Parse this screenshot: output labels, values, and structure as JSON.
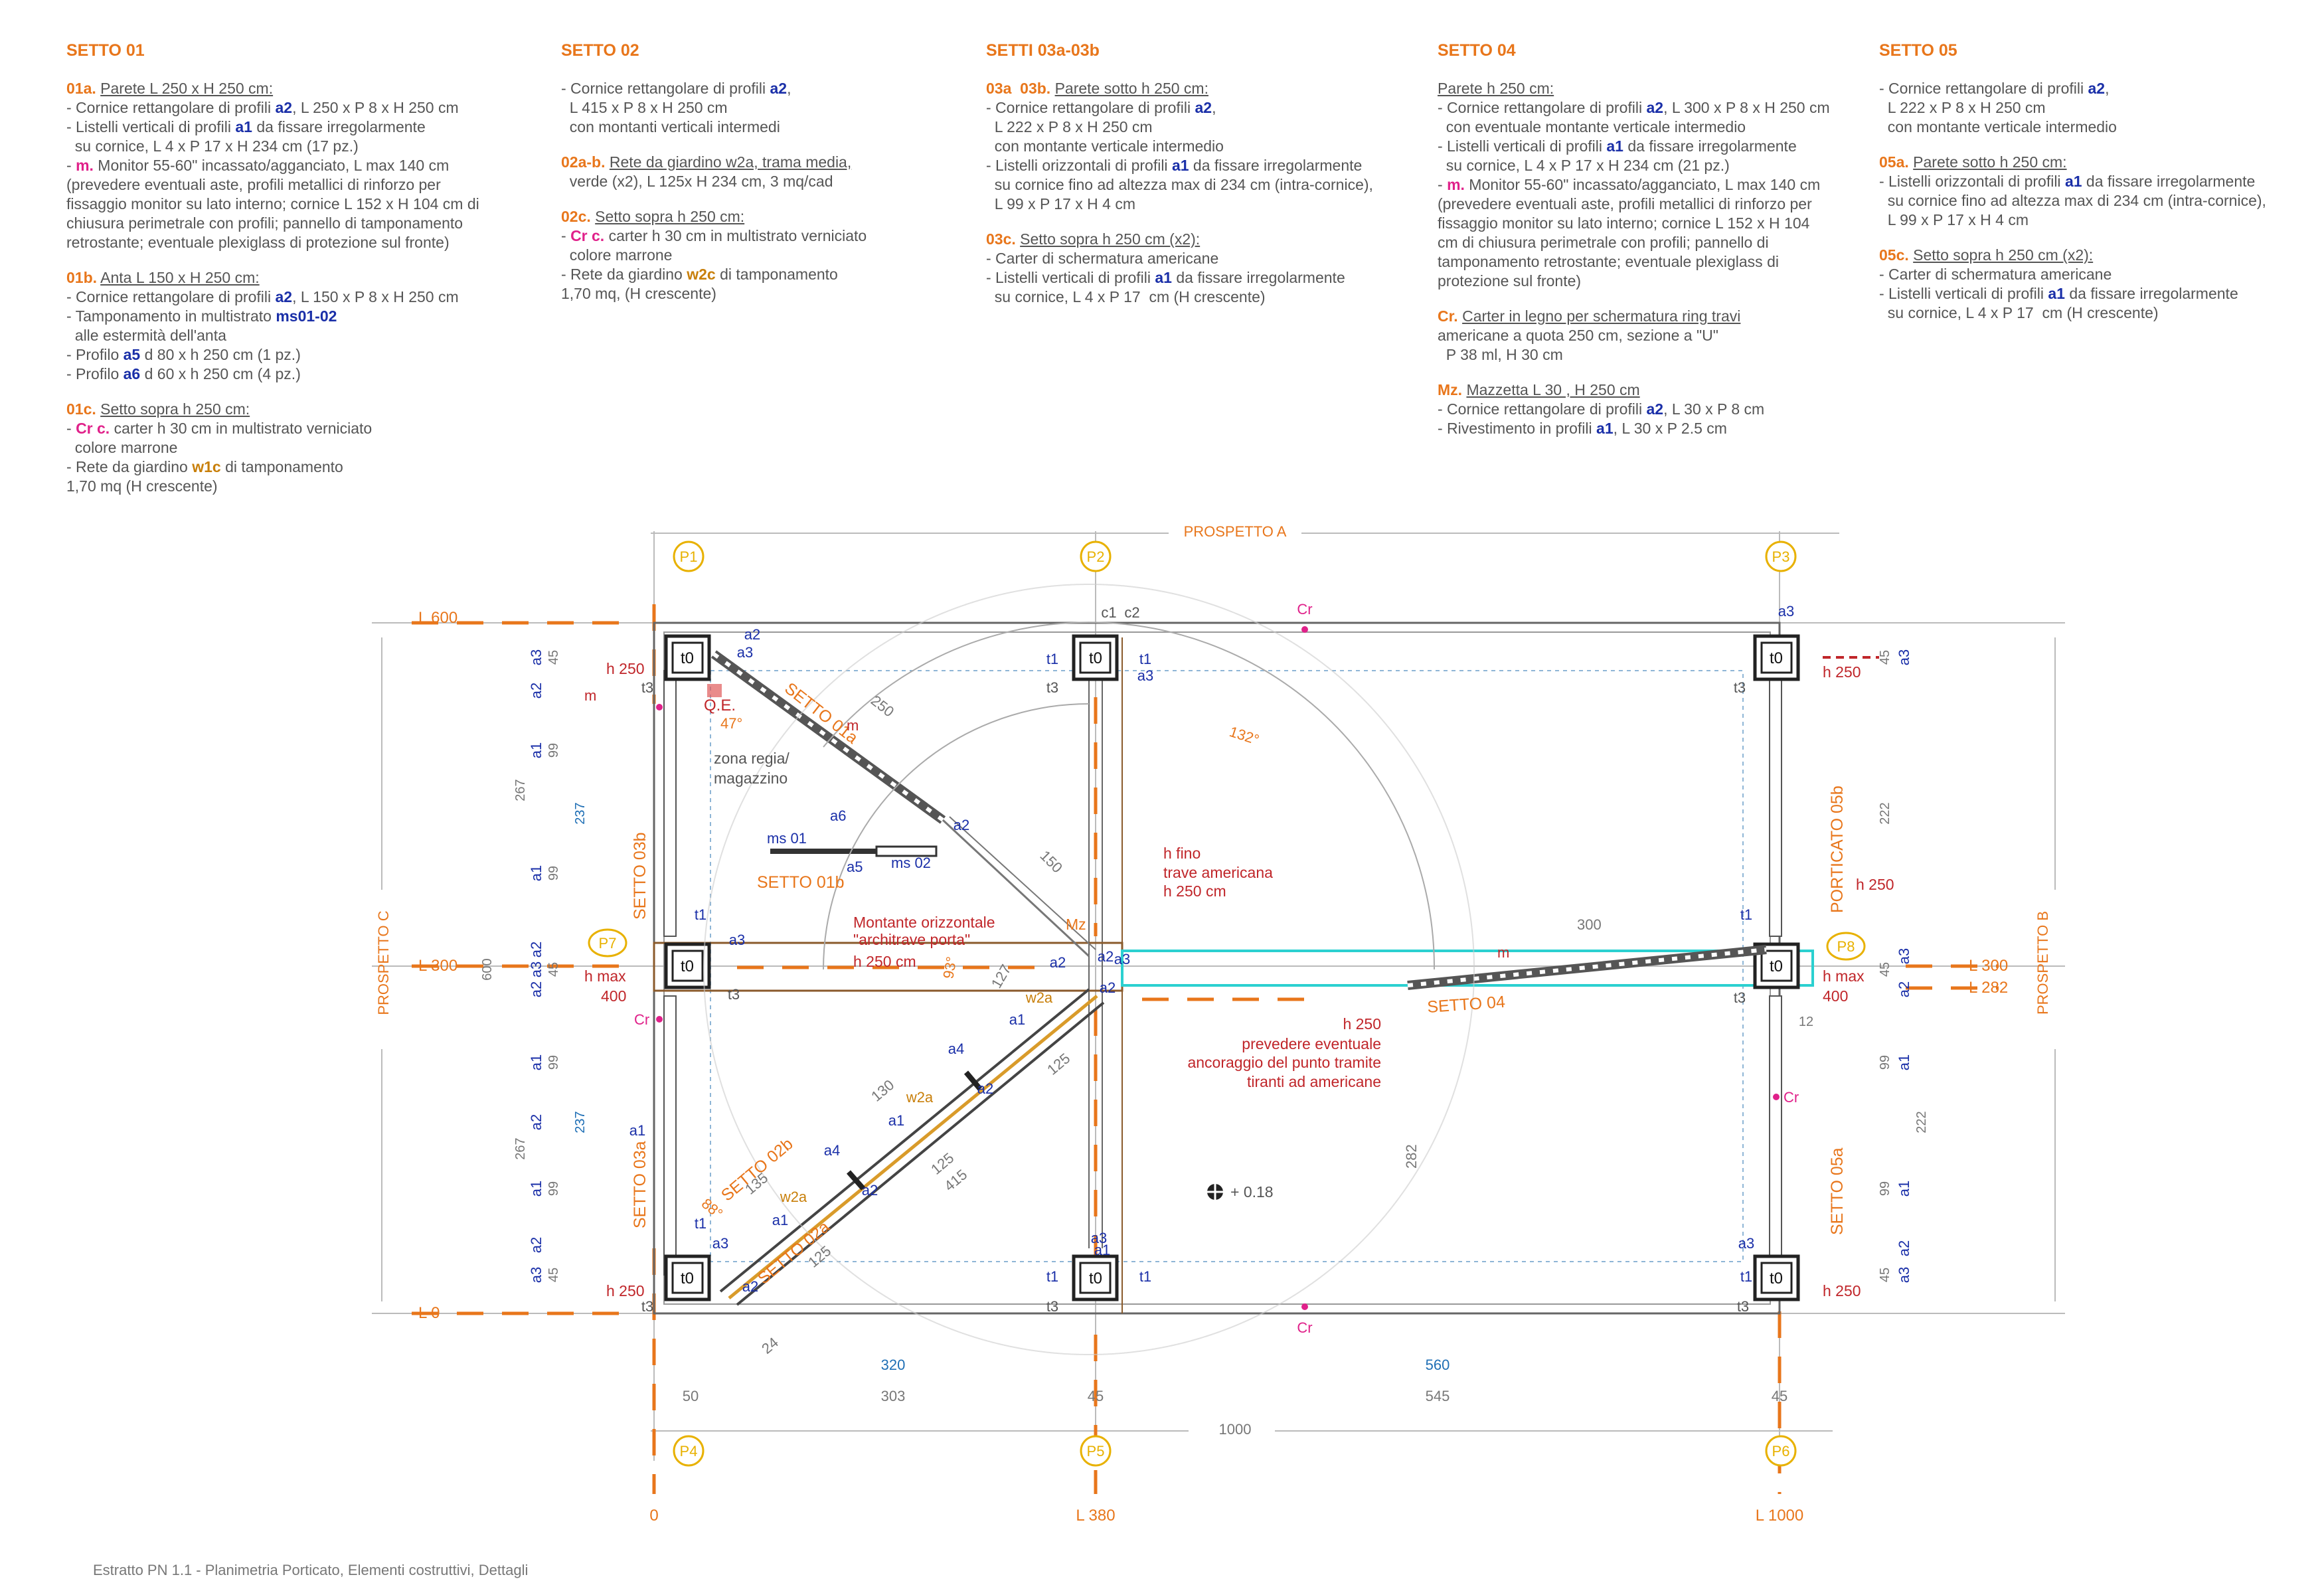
{
  "columns": [
    {
      "title": "SETTO 01",
      "blocks": [
        {
          "key": "01a.",
          "head": "Parete L 250 x H 250 cm:",
          "lines": [
            "- Cornice rettangolare di profili a2, L 250 x P 8 x H 250 cm",
            "- Listelli verticali di profili a1 da fissare irregolarmente",
            "  su cornice, L 4 x P 17 x H 234 cm (17 pz.)",
            "- m. Monitor 55-60\" incassato/agganciato, L max 140 cm",
            "(prevedere eventuali aste, profili metallici di rinforzo per",
            "fissaggio monitor su lato interno; cornice L 152 x H 104 cm di",
            "chiusura perimetrale con profili; pannello di tamponamento",
            "retrostante; eventuale plexiglass di protezione sul fronte)"
          ]
        },
        {
          "key": "01b.",
          "head": "Anta L 150 x H 250 cm:",
          "lines": [
            "- Cornice rettangolare di profili a2, L 150 x P 8 x H 250 cm",
            "- Tamponamento in multistrato ms01-02",
            "  alle estermità dell'anta",
            "- Profilo a5 d 80 x h 250 cm (1 pz.)",
            "- Profilo a6 d 60 x h 250 cm (4 pz.)"
          ]
        },
        {
          "key": "01c.",
          "head": "Setto sopra h 250 cm:",
          "lines": [
            "- Cr c. carter h 30 cm in multistrato verniciato",
            "  colore marrone",
            "- Rete da giardino w1c di tamponamento",
            "1,70 mq (H crescente)"
          ]
        }
      ]
    },
    {
      "title": "SETTO 02",
      "blocks": [
        {
          "key": "",
          "head": "",
          "lines": [
            "- Cornice rettangolare di profili a2,",
            "  L 415 x P 8 x H 250 cm",
            "  con montanti verticali intermedi"
          ]
        },
        {
          "key": "02a-b.",
          "head": "Rete da giardino w2a, trama media,",
          "lines": [
            "  verde (x2), L 125x H 234 cm, 3 mq/cad"
          ]
        },
        {
          "key": "02c.",
          "head": "Setto sopra h 250 cm:",
          "lines": [
            "- Cr c. carter h 30 cm in multistrato verniciato",
            "  colore marrone",
            "- Rete da giardino w2c di tamponamento",
            "1,70 mq, (H crescente)"
          ]
        }
      ]
    },
    {
      "title": "SETTI 03a-03b",
      "blocks": [
        {
          "key": "03a  03b.",
          "head": "Parete sotto h 250 cm:",
          "lines": [
            "- Cornice rettangolare di profili a2,",
            "  L 222 x P 8 x H 250 cm",
            "  con montante verticale intermedio",
            "- Listelli orizzontali di profili a1 da fissare irregolarmente",
            "  su cornice fino ad altezza max di 234 cm (intra-cornice),",
            "  L 99 x P 17 x H 4 cm"
          ]
        },
        {
          "key": "03c.",
          "head": "Setto sopra h 250 cm (x2):",
          "lines": [
            "- Carter di schermatura americane",
            "- Listelli verticali di profili a1 da fissare irregolarmente",
            "  su cornice, L 4 x P 17  cm (H crescente)"
          ]
        }
      ]
    },
    {
      "title": "SETTO 04",
      "blocks": [
        {
          "key": "",
          "head": "Parete h 250 cm:",
          "lines": [
            "- Cornice rettangolare di profili a2, L 300 x P 8 x H 250 cm",
            "  con eventuale montante verticale intermedio",
            "- Listelli verticali di profili a1 da fissare irregolarmente",
            "  su cornice, L 4 x P 17 x H 234 cm (21 pz.)",
            "- m. Monitor 55-60\" incassato/agganciato, L max 140 cm",
            "(prevedere eventuali aste, profili metallici di rinforzo per",
            "fissaggio monitor su lato interno; cornice L 152 x H 104",
            "cm di chiusura perimetrale con profili; pannello di",
            "tamponamento retrostante; eventuale plexiglass di",
            "protezione sul fronte)"
          ]
        },
        {
          "key": "Cr.",
          "head": "Carter in legno per schermatura ring travi",
          "lines": [
            "americane a quota 250 cm, sezione a \"U\"",
            "  P 38 ml, H 30 cm"
          ]
        },
        {
          "key": "Mz.",
          "head": "Mazzetta L 30 , H 250 cm",
          "lines": [
            "- Cornice rettangolare di profili a2, L 30 x P 8 cm",
            "- Rivestimento in profili a1, L 30 x P 2.5 cm"
          ]
        }
      ]
    },
    {
      "title": "SETTO 05",
      "blocks": [
        {
          "key": "",
          "head": "",
          "lines": [
            "- Cornice rettangolare di profili a2,",
            "  L 222 x P 8 x H 250 cm",
            "  con montante verticale intermedio"
          ]
        },
        {
          "key": "05a.",
          "head": "Parete sotto h 250 cm:",
          "lines": [
            "- Listelli orizzontali di profili a1 da fissare irregolarmente",
            "  su cornice fino ad altezza max di 234 cm (intra-cornice),",
            "  L 99 x P 17 x H 4 cm"
          ]
        },
        {
          "key": "05c.",
          "head": "Setto sopra h 250 cm (x2):",
          "lines": [
            "- Carter di schermatura americane",
            "- Listelli verticali di profili a1 da fissare irregolarmente",
            "  su cornice, L 4 x P 17  cm (H crescente)"
          ]
        }
      ]
    }
  ],
  "plan": {
    "prospetti": {
      "a": "PROSPETTO A",
      "b": "PROSPETTO B",
      "c": "PROSPETTO C"
    },
    "pillars": [
      "P1",
      "P2",
      "P3",
      "P4",
      "P5",
      "P6",
      "P7",
      "P8"
    ],
    "levels_left": [
      "L 600",
      "L 300",
      "L 0"
    ],
    "levels_right": [
      "L 300",
      "L 282"
    ],
    "levels_bottom": [
      "0",
      "L 380",
      "L 1000"
    ],
    "dims_bottom_1": [
      "320",
      "560"
    ],
    "dims_bottom_2": [
      "50",
      "303",
      "45",
      "545",
      "45"
    ],
    "dim_total": "1000",
    "left_dims": [
      "45",
      "99",
      "267",
      "237",
      "99",
      "45",
      "600",
      "99",
      "237",
      "267",
      "99",
      "45"
    ],
    "right_dims": [
      "45",
      "222",
      "45",
      "99",
      "222",
      "99",
      "45",
      "12"
    ],
    "labels": {
      "setto01a": "SETTO 01a",
      "setto01b": "SETTO 01b",
      "setto02a": "SETTO 02a",
      "setto02b": "SETTO 02b",
      "setto03a": "SETTO 03a",
      "setto03b": "SETTO 03b",
      "setto04": "SETTO 04",
      "setto05a": "SETTO 05a",
      "porticato": "PORTICATO 05b",
      "qe": "Q.E.",
      "zona": "zona regia/",
      "magazzino": "magazzino",
      "montante1": "Montante orizzontale",
      "montante2": "\"architrave porta\"",
      "montante3": "h 250 cm",
      "hfino1": "h fino",
      "hfino2": "trave americana",
      "hfino3": "h 250 cm",
      "prev1": "h 250",
      "prev2": "prevedere eventuale",
      "prev3": "ancoraggio del punto tramite",
      "prev4": "tiranti ad americane",
      "quota": "+ 0.18",
      "mz": "Mz",
      "cr": "Cr",
      "h250": "h 250",
      "hmax": "h max",
      "h400": "400",
      "ang47": "47°",
      "ang132": "132°",
      "ang93": "93°",
      "ang88": "88°",
      "d250": "250",
      "d150": "150",
      "d300": "300",
      "d282": "282",
      "d130": "130",
      "d125": "125",
      "d135": "135",
      "d415": "415",
      "d24": "24",
      "d127": "127",
      "ms01": "ms 01",
      "ms02": "ms 02",
      "a5": "a5",
      "a6": "a6",
      "m": "m"
    }
  },
  "caption": "Estratto PN 1.1 - Planimetria Porticato, Elementi costruttivi, Dettagli"
}
